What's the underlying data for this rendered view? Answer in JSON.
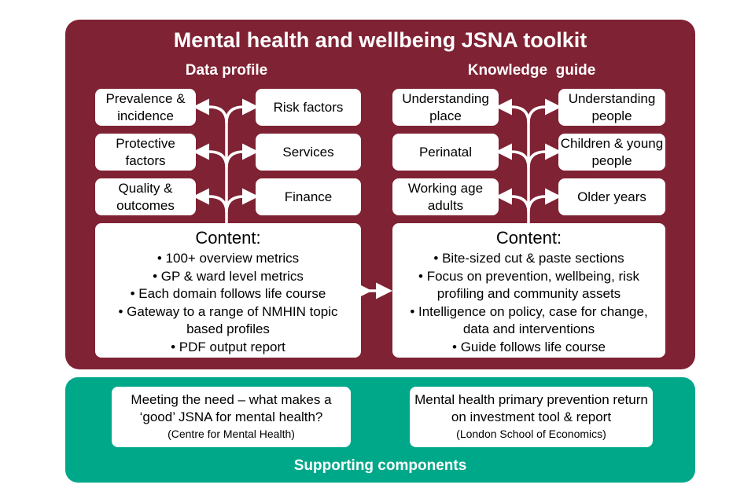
{
  "title": "Mental health and wellbeing JSNA toolkit",
  "data_profile": {
    "heading": "Data profile",
    "boxes": [
      "Prevalence & incidence",
      "Risk factors",
      "Protective factors",
      "Services",
      "Quality & outcomes",
      "Finance"
    ],
    "content_title": "Content:",
    "content_items": [
      "• 100+ overview metrics",
      "• GP & ward level metrics",
      "• Each domain follows life course",
      "• Gateway to a range of NMHIN topic based profiles",
      "• PDF output report"
    ]
  },
  "knowledge_guide": {
    "heading": "Knowledge  guide",
    "boxes": [
      "Understanding place",
      "Understanding people",
      "Perinatal",
      "Children & young people",
      "Working age adults",
      "Older years"
    ],
    "content_title": "Content:",
    "content_items": [
      "• Bite-sized cut & paste sections",
      "• Focus on prevention, wellbeing, risk profiling and community assets",
      "• Intelligence on policy, case for change, data and interventions",
      "• Guide follows life course"
    ]
  },
  "supporting": {
    "label": "Supporting components",
    "items": [
      {
        "text": "Meeting the need – what makes a ‘good’ JSNA for mental health?",
        "source": "(Centre for Mental Health)"
      },
      {
        "text": "Mental health primary prevention return on investment tool & report",
        "source": "(London School of Economics)"
      }
    ]
  },
  "colors": {
    "maroon": "#7f2233",
    "teal": "#00a88a"
  }
}
